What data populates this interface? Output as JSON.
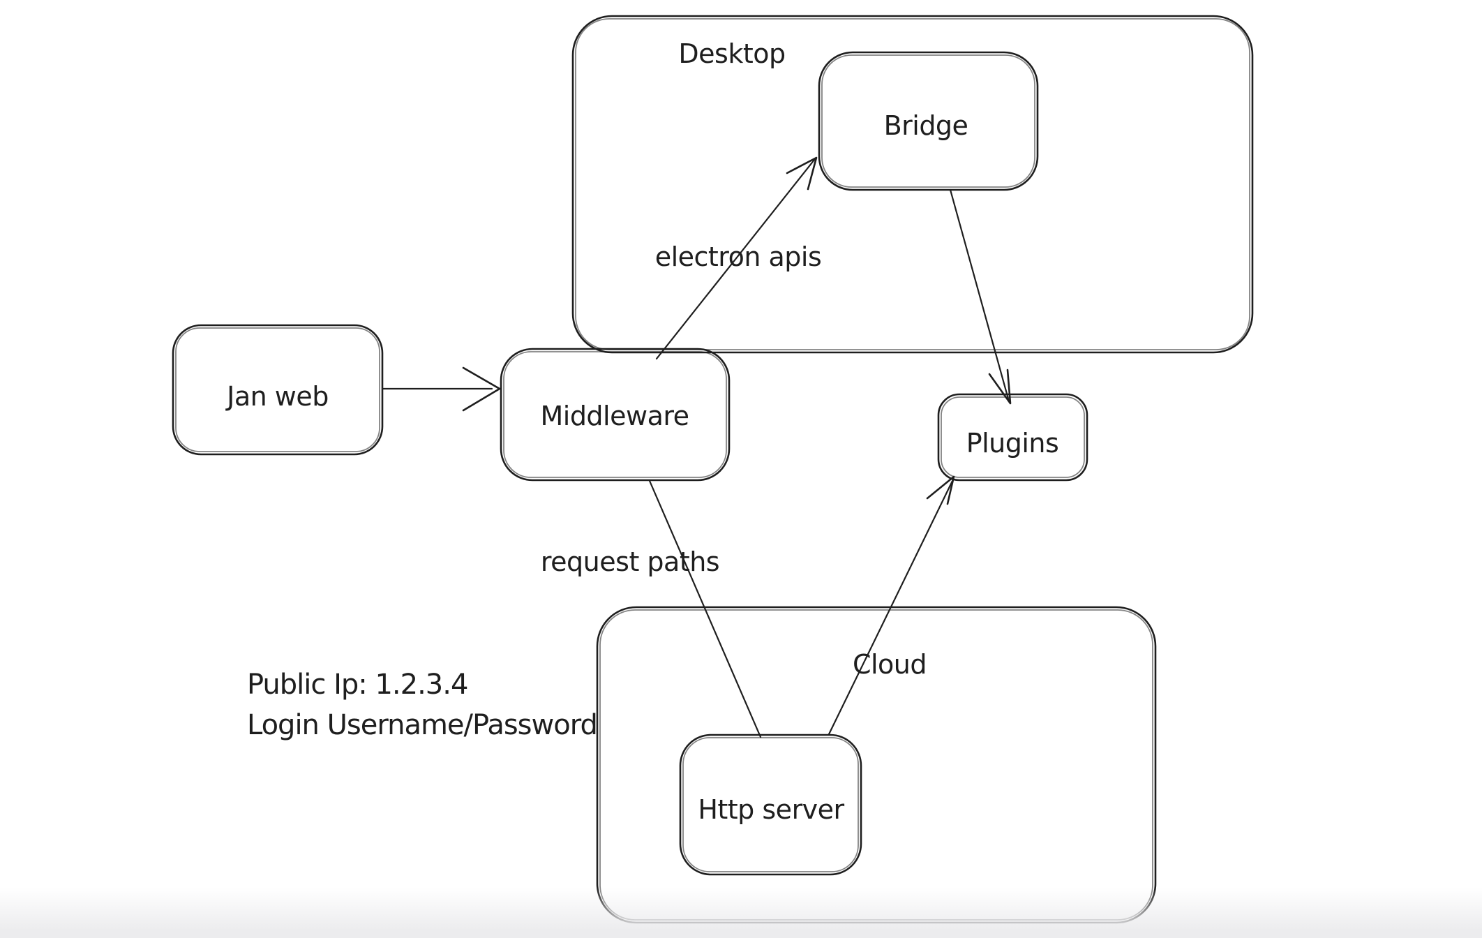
{
  "colors": {
    "stroke": "#1e1e1e",
    "background": "#ffffff",
    "bottom_fade": "#ececee"
  },
  "diagram": {
    "type": "flowchart",
    "containers": [
      {
        "id": "desktop",
        "label": "Desktop"
      },
      {
        "id": "cloud",
        "label": "Cloud"
      }
    ],
    "nodes": [
      {
        "id": "jan-web",
        "label": "Jan web"
      },
      {
        "id": "bridge",
        "label": "Bridge"
      },
      {
        "id": "middleware",
        "label": "Middleware"
      },
      {
        "id": "plugins",
        "label": "Plugins"
      },
      {
        "id": "http-server",
        "label": "Http server"
      }
    ],
    "edges": [
      {
        "from": "jan-web",
        "to": "middleware",
        "label": ""
      },
      {
        "from": "middleware",
        "to": "bridge",
        "label": "electron apis"
      },
      {
        "from": "bridge",
        "to": "plugins",
        "label": ""
      },
      {
        "from": "middleware",
        "to": "http-server",
        "label": "request paths"
      },
      {
        "from": "http-server",
        "to": "plugins",
        "label": ""
      }
    ],
    "notes": [
      {
        "id": "public-ip",
        "text": "Public Ip: 1.2.3.4"
      },
      {
        "id": "login",
        "text": "Login Username/Password"
      }
    ]
  }
}
